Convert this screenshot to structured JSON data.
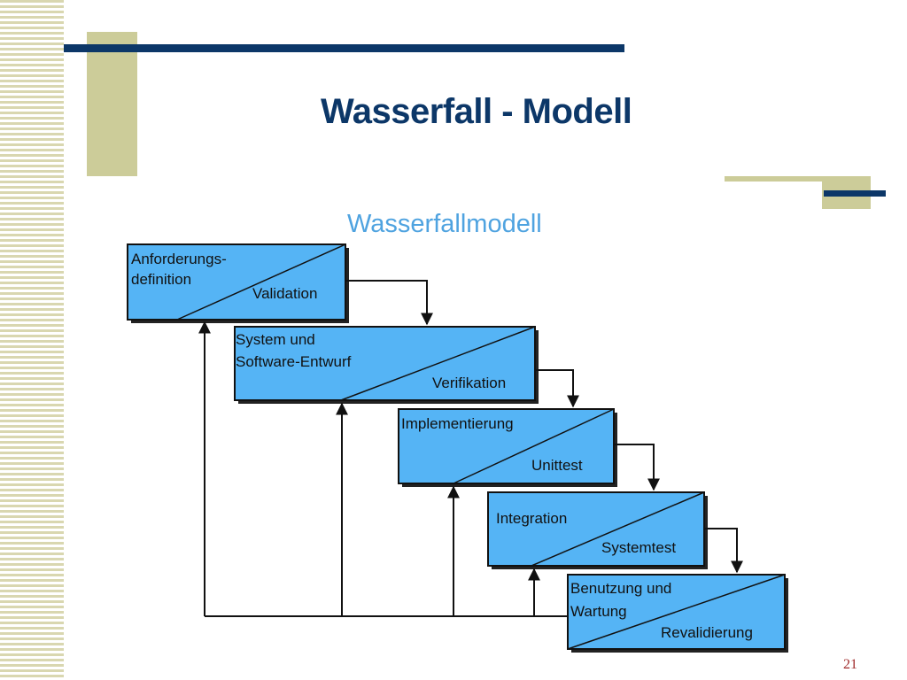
{
  "slide": {
    "title": "Wasserfall - Modell",
    "page_number": "21"
  },
  "diagram": {
    "title": "Wasserfallmodell",
    "phases": [
      {
        "name_lines": [
          "Anforderungs-",
          "definition"
        ],
        "check": "Validation"
      },
      {
        "name_lines": [
          "System und",
          "Software-Entwurf"
        ],
        "check": "Verifikation"
      },
      {
        "name_lines": [
          "Implementierung"
        ],
        "check": "Unittest"
      },
      {
        "name_lines": [
          "Integration"
        ],
        "check": "Systemtest"
      },
      {
        "name_lines": [
          "Benutzung und",
          "Wartung"
        ],
        "check": "Revalidierung"
      }
    ]
  },
  "colors": {
    "title": "#0c3768",
    "box_fill": "#55b4f5",
    "diagram_title": "#4fa3e0",
    "accent_tan": "#cccc99",
    "page_number": "#a02b2b"
  }
}
